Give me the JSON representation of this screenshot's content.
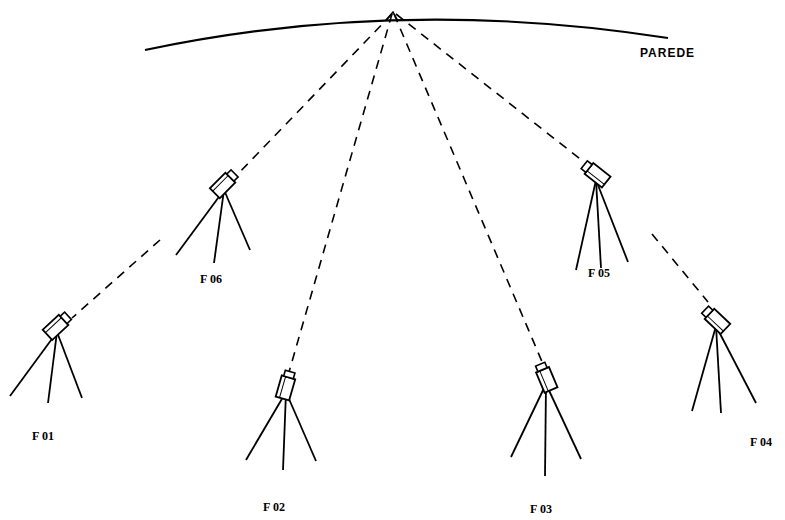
{
  "diagram": {
    "labels": [
      "PAREDE",
      "F 06",
      "F 05",
      "F 01",
      "F 04",
      "F 02",
      "F 03"
    ]
  }
}
